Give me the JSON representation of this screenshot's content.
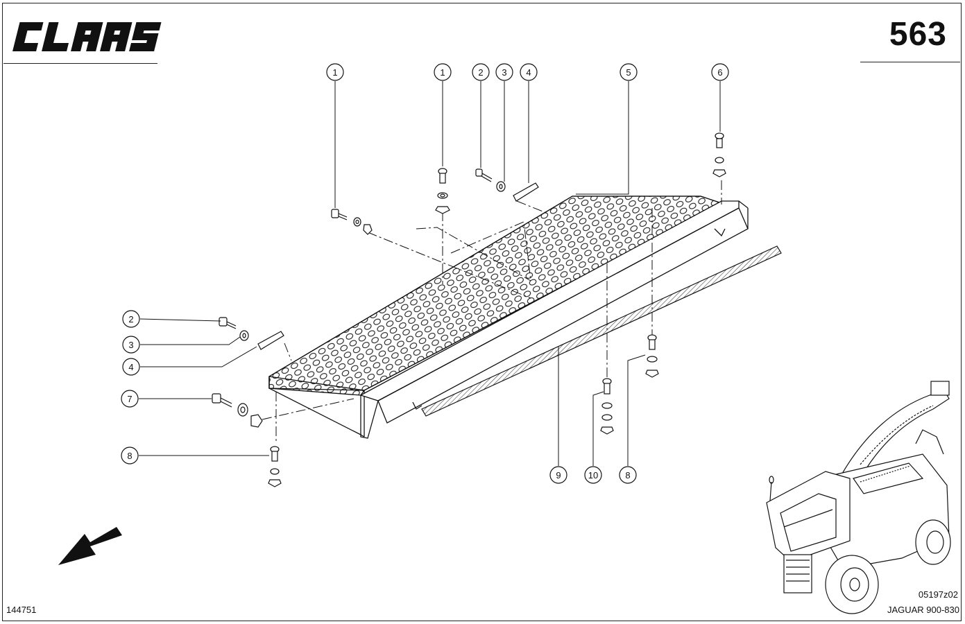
{
  "header": {
    "brand": "CLAAS",
    "page_number": "563"
  },
  "footer": {
    "image_id": "144751",
    "drawing_number": "05197z02",
    "model": "JAGUAR 900-830"
  },
  "callouts": [
    {
      "id": "callout-1-left",
      "label": "1"
    },
    {
      "id": "callout-1-mid",
      "label": "1"
    },
    {
      "id": "callout-2-top",
      "label": "2"
    },
    {
      "id": "callout-3-top",
      "label": "3"
    },
    {
      "id": "callout-4-top",
      "label": "4"
    },
    {
      "id": "callout-5",
      "label": "5"
    },
    {
      "id": "callout-6",
      "label": "6"
    },
    {
      "id": "callout-2-left",
      "label": "2"
    },
    {
      "id": "callout-3-left",
      "label": "3"
    },
    {
      "id": "callout-4-left",
      "label": "4"
    },
    {
      "id": "callout-7",
      "label": "7"
    },
    {
      "id": "callout-8-left",
      "label": "8"
    },
    {
      "id": "callout-9",
      "label": "9"
    },
    {
      "id": "callout-10",
      "label": "10"
    },
    {
      "id": "callout-8-right",
      "label": "8"
    }
  ],
  "colors": {
    "ink": "#111111",
    "hatch": "#555555"
  }
}
